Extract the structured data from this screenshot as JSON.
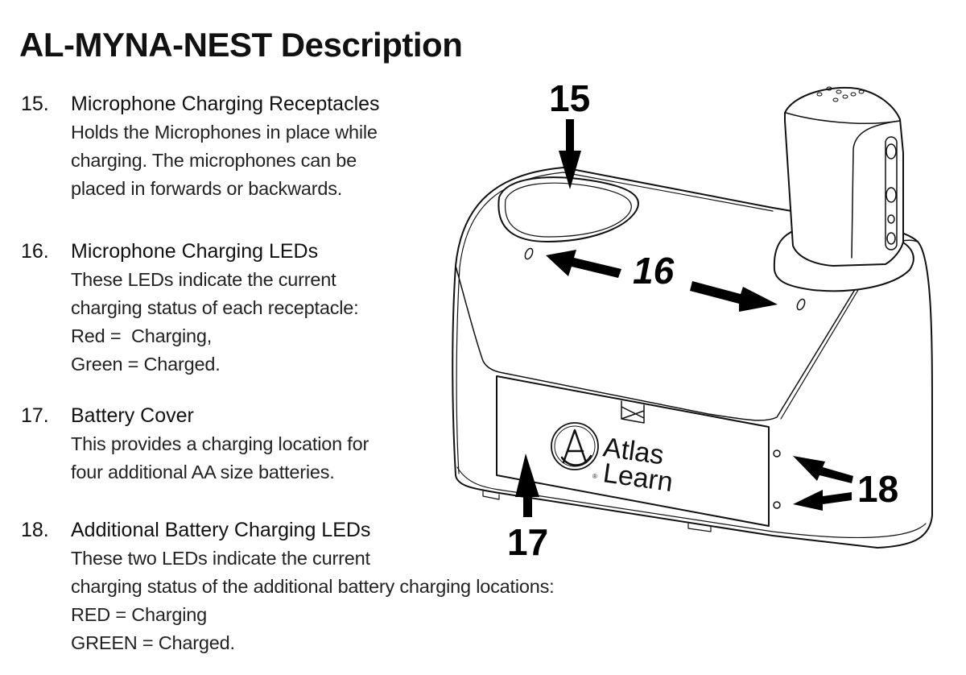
{
  "page": {
    "title": "AL-MYNA-NEST Description"
  },
  "items": [
    {
      "number": "15.",
      "heading": "Microphone Charging Receptacles",
      "lines": [
        "Holds the Microphones in place while",
        "charging. The microphones can be",
        "placed in forwards or backwards."
      ]
    },
    {
      "number": "16.",
      "heading": "Microphone Charging LEDs",
      "lines": [
        "These LEDs indicate the current",
        "charging status of each receptacle:",
        "Red =  Charging,",
        "Green = Charged."
      ]
    },
    {
      "number": "17.",
      "heading": "Battery Cover",
      "lines": [
        "This provides a charging location for",
        "four additional AA size batteries."
      ]
    },
    {
      "number": "18.",
      "heading": "Additional Battery Charging LEDs",
      "lines": [
        "These two LEDs indicate the current",
        "charging status of the additional battery charging locations:",
        "RED = Charging",
        "GREEN = Charged."
      ]
    }
  ],
  "figure": {
    "callouts": {
      "c15": "15",
      "c16": "16",
      "c17": "17",
      "c18": "18"
    },
    "logo": {
      "line1": "Atlas",
      "line2": "Learn",
      "registered": "®"
    }
  }
}
